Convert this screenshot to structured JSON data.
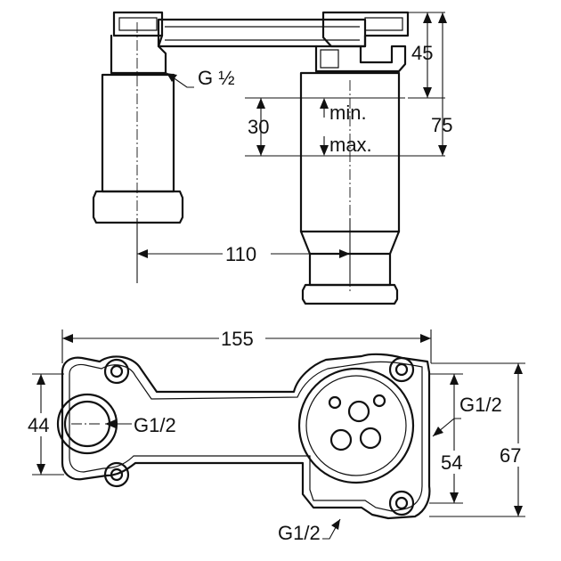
{
  "labels": {
    "thread_top": "G ½",
    "dim_45": "45",
    "dim_75": "75",
    "dim_30": "30",
    "min": "min.",
    "max": "max.",
    "dim_110": "110",
    "dim_155": "155",
    "dim_44": "44",
    "thread_left": "G1/2",
    "thread_right": "G1/2",
    "dim_54": "54",
    "dim_67": "67",
    "thread_bottom": "G1/2"
  }
}
